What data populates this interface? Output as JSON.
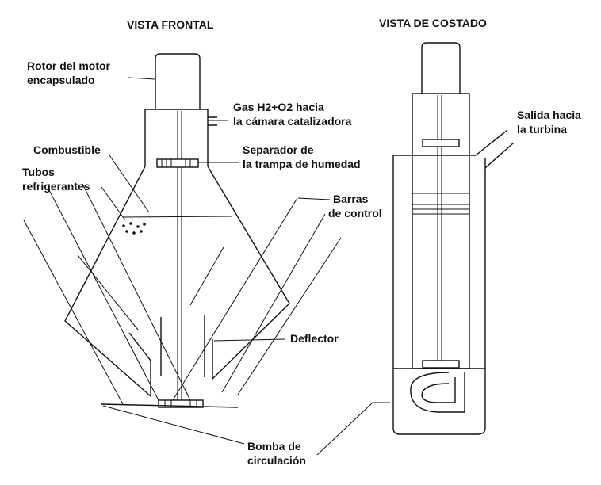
{
  "titles": {
    "front": "VISTA FRONTAL",
    "side": "VISTA DE COSTADO"
  },
  "labels": {
    "rotor_line1": "Rotor del motor",
    "rotor_line2": "encapsulado",
    "gas_line1": "Gas H2+O2 hacia",
    "gas_line2": "la cámara catalizadora",
    "combustible": "Combustible",
    "separador_line1": "Separador de",
    "separador_line2": "la trampa de humedad",
    "tubos_line1": "Tubos",
    "tubos_line2": "refrigerantes",
    "barras_line1": "Barras",
    "barras_line2": "de control",
    "deflector": "Deflector",
    "salida_line1": "Salida hacia",
    "salida_line2": "la turbina",
    "bomba_line1": "Bomba de",
    "bomba_line2": "circulación"
  },
  "colors": {
    "line": "#111111",
    "background": "#ffffff"
  }
}
